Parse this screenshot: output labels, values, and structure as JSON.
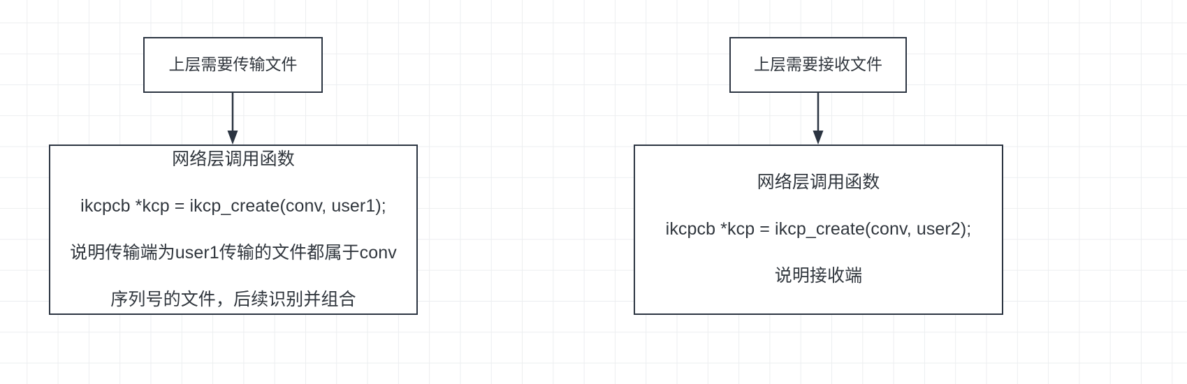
{
  "diagram": {
    "background": "#ffffff",
    "grid_color": "#eceef0",
    "border_color": "#2b3441",
    "text_color": "#30363d",
    "nodes": {
      "top_left": {
        "label": "上层需要传输文件"
      },
      "top_right": {
        "label": "上层需要接收文件"
      },
      "main_left": {
        "line1": "网络层调用函数",
        "line2": "ikcpcb *kcp = ikcp_create(conv, user1);",
        "line3": "说明传输端为user1传输的文件都属于conv",
        "line4": "序列号的文件，后续识别并组合"
      },
      "main_right": {
        "line1": "网络层调用函数",
        "line2": "ikcpcb *kcp = ikcp_create(conv, user2);",
        "line3": "说明接收端"
      }
    },
    "connectors": {
      "left": "arrow-down",
      "right": "arrow-down"
    }
  }
}
